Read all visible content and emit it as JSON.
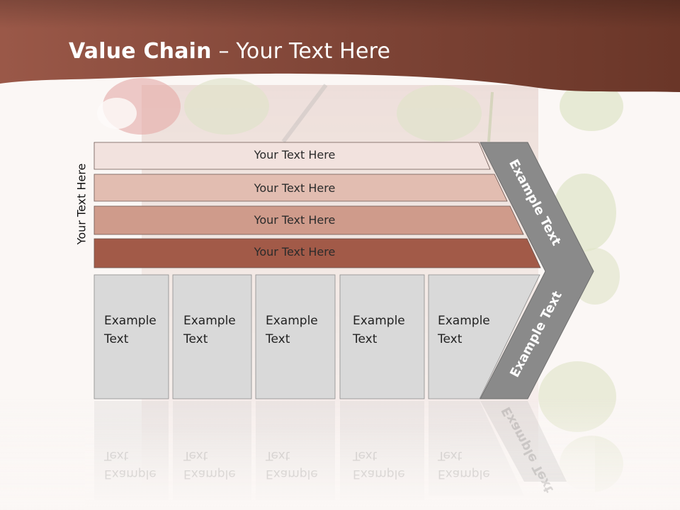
{
  "slide": {
    "title_bold": "Value Chain",
    "title_rest": " – Your Text Here",
    "side_label": "Your Text Here"
  },
  "bars": [
    {
      "label": "Your Text Here",
      "color": "#f2e2de"
    },
    {
      "label": "Your Text Here",
      "color": "#e2bdb1"
    },
    {
      "label": "Your Text Here",
      "color": "#cf9b8b"
    },
    {
      "label": "Your Text Here",
      "color": "#a25a48"
    }
  ],
  "boxes": [
    {
      "line1": "Example",
      "line2": "Text"
    },
    {
      "line1": "Example",
      "line2": "Text"
    },
    {
      "line1": "Example",
      "line2": "Text"
    },
    {
      "line1": "Example",
      "line2": "Text"
    },
    {
      "line1": "Example",
      "line2": "Text"
    }
  ],
  "chevron": {
    "upper_label": "Example Text",
    "lower_label": "Example Text",
    "color": "#8a8a8a"
  },
  "colors": {
    "header": "#8f4e3e",
    "box_fill": "#d9d9d9"
  }
}
